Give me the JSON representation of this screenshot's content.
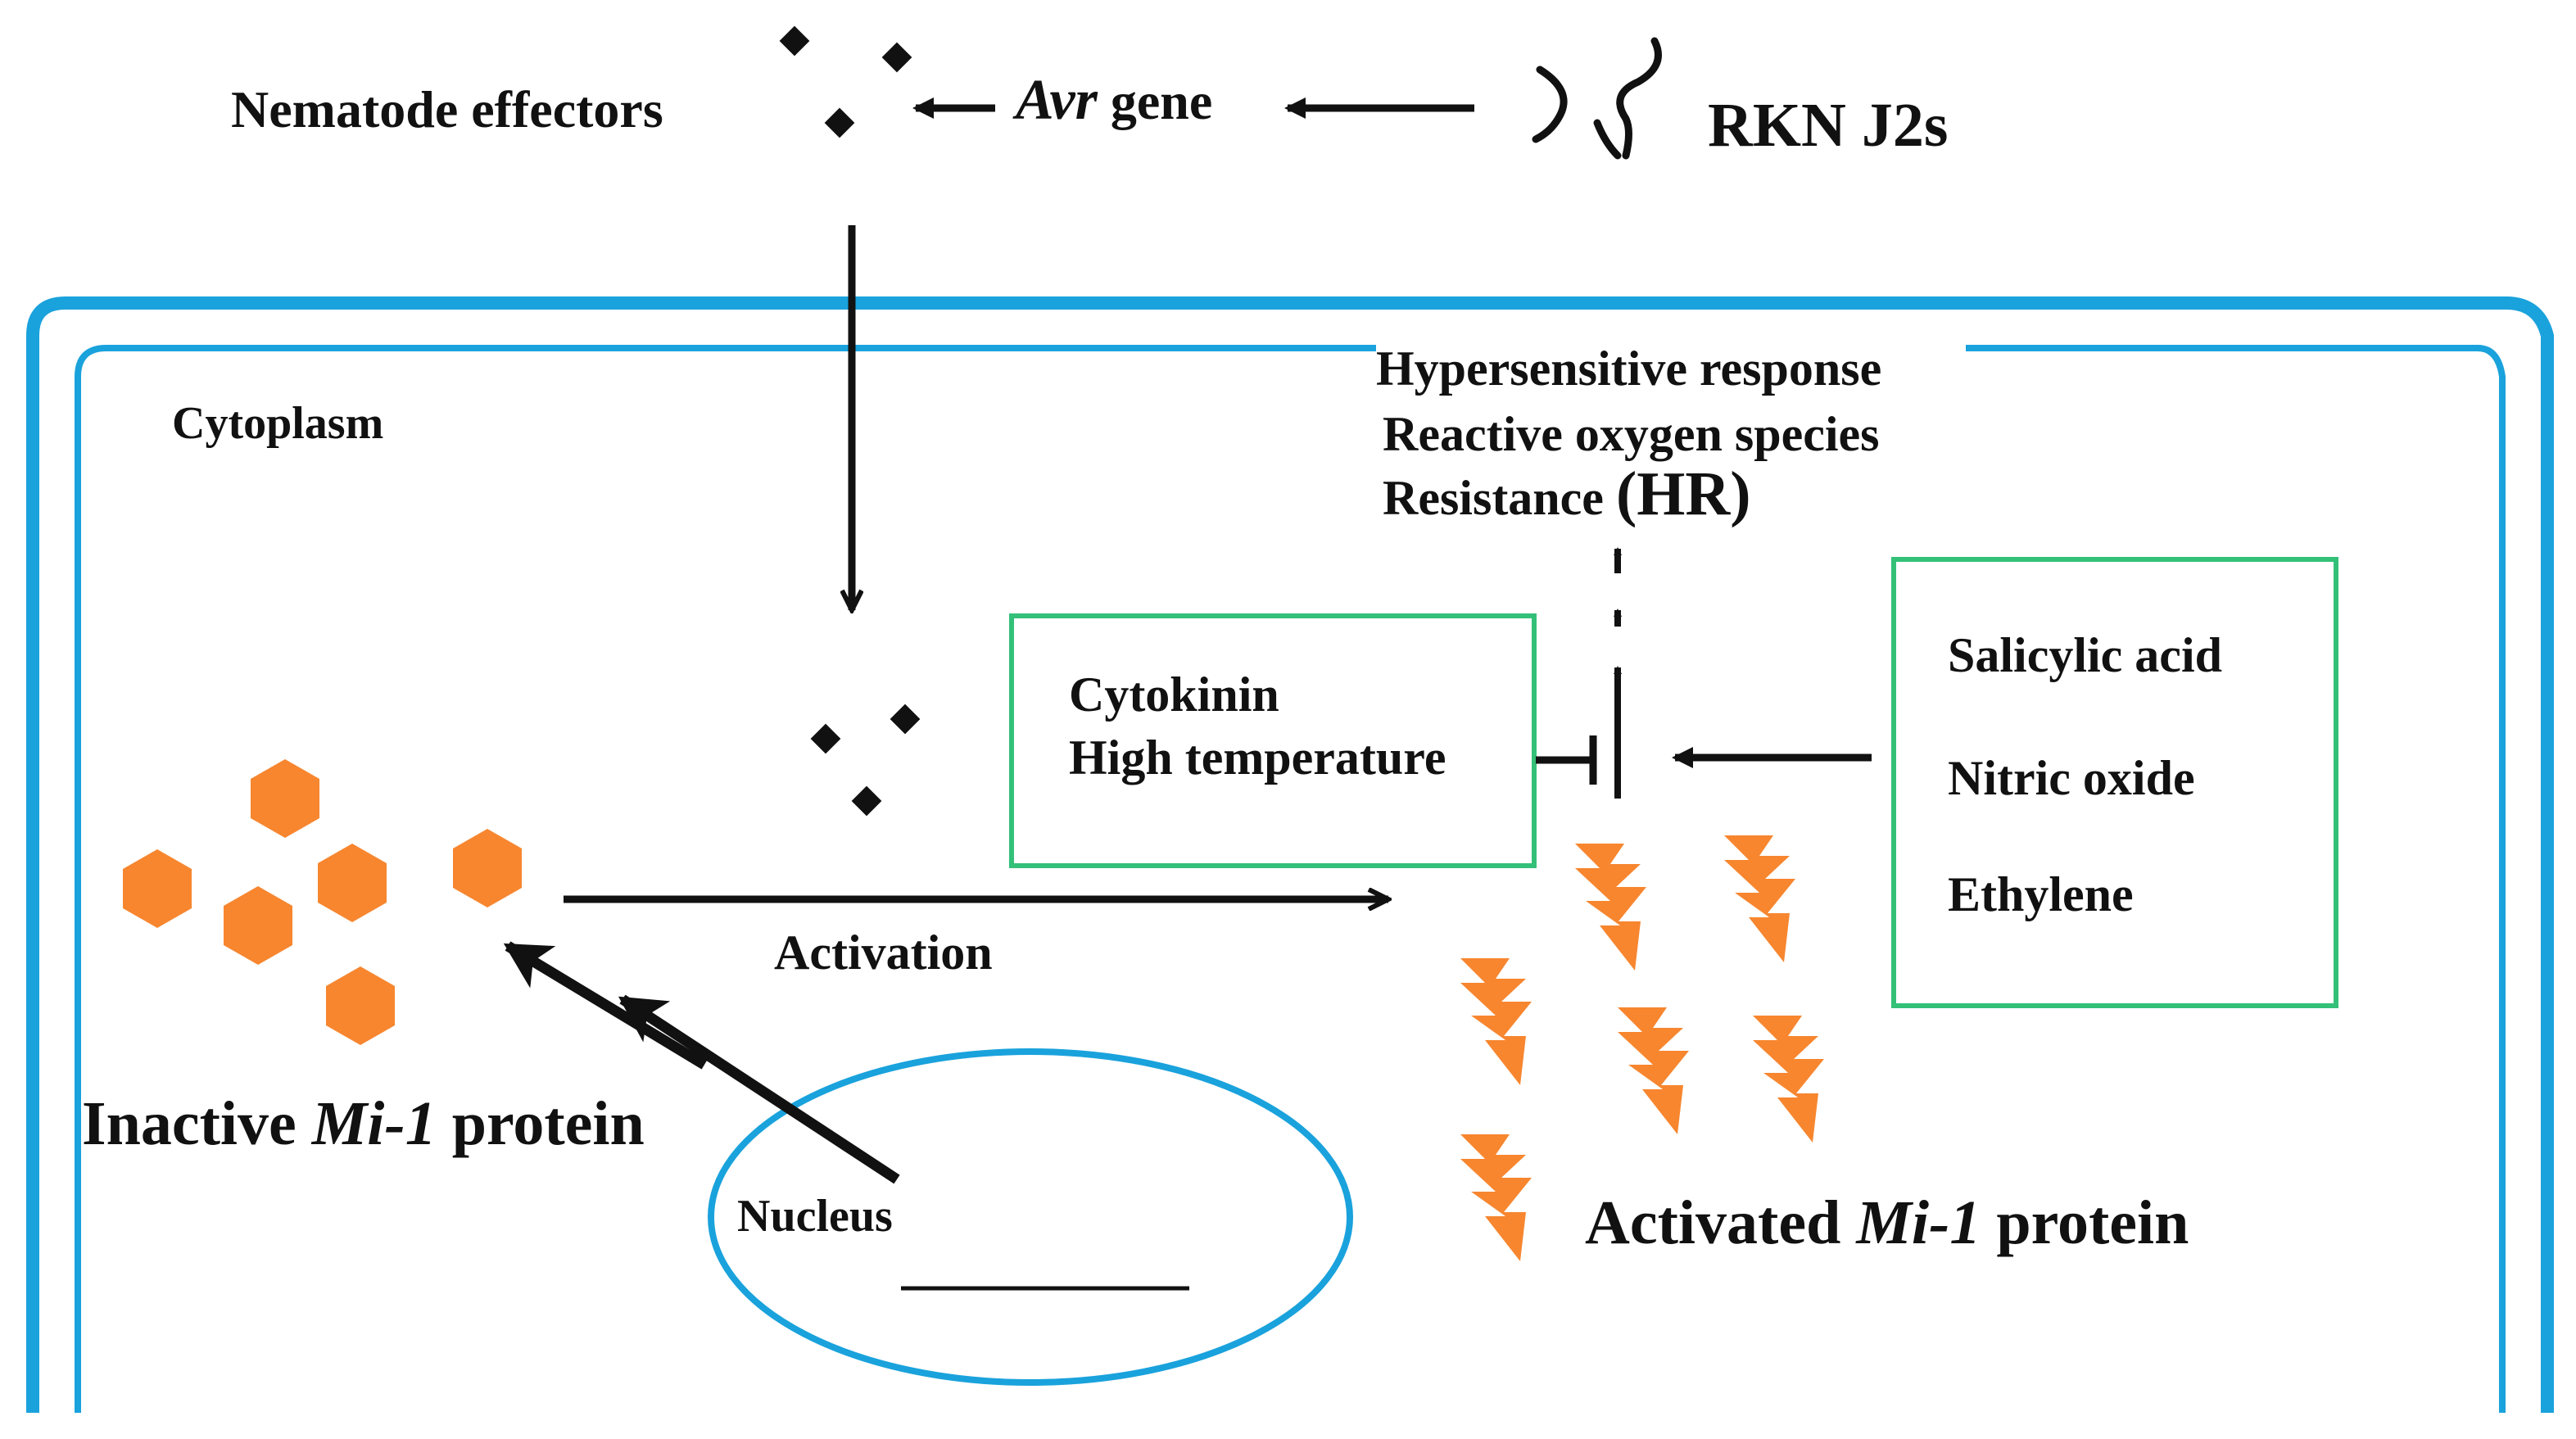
{
  "colors": {
    "membrane": "#1aa2dc",
    "protein": "#f7862f",
    "box_border": "#33c078",
    "ink": "#111111"
  },
  "labels": {
    "nematode_effectors": "Nematode effectors",
    "avr_italic": "Avr",
    "avr_gene": " gene",
    "rkn_j2s": "RKN J2s",
    "cytoplasm": "Cytoplasm",
    "hr_line1": "Hypersensitive response",
    "hr_line2": "Reactive oxygen species",
    "hr_line3_text": "Resistance ",
    "hr_line3_abbr": "(HR)",
    "activation": "Activation",
    "inactive_prefix": "Inactive ",
    "mi1": "Mi-1",
    "protein_suffix": " protein",
    "activated_prefix": "Activated ",
    "nucleus": "Nucleus"
  },
  "inhibitor_box": {
    "items": [
      "Cytokinin",
      "High temperature"
    ]
  },
  "promoter_box": {
    "items": [
      "Salicylic acid",
      "Nitric oxide",
      "Ethylene"
    ]
  },
  "icons": {
    "effector": "black-diamond-icon",
    "inactive_protein": "orange-hexagon-icon",
    "activated_protein": "orange-lightning-icon",
    "nematode": "worm-icon"
  }
}
